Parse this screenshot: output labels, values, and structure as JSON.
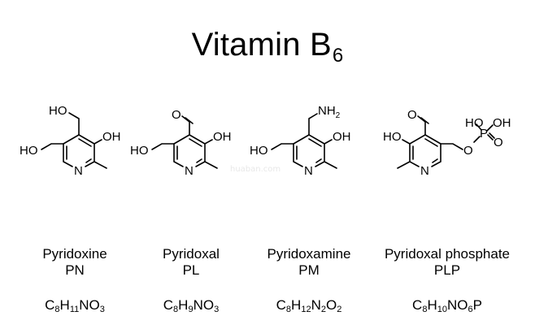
{
  "title": {
    "main": "Vitamin B",
    "subscript": "6"
  },
  "compounds": [
    {
      "name": "Pyridoxine",
      "abbr": "PN",
      "formula": [
        [
          "C",
          "8"
        ],
        [
          "H",
          "11"
        ],
        [
          "N",
          ""
        ],
        [
          "O",
          "3"
        ]
      ],
      "atoms": {
        "top": "HO",
        "left": "HO",
        "right": "OH",
        "ring_n": "N"
      }
    },
    {
      "name": "Pyridoxal",
      "abbr": "PL",
      "formula": [
        [
          "C",
          "8"
        ],
        [
          "H",
          "9"
        ],
        [
          "N",
          ""
        ],
        [
          "O",
          "3"
        ]
      ],
      "atoms": {
        "top": "O",
        "left": "HO",
        "right": "OH",
        "ring_n": "N"
      }
    },
    {
      "name": "Pyridoxamine",
      "abbr": "PM",
      "formula": [
        [
          "C",
          "8"
        ],
        [
          "H",
          "12"
        ],
        [
          "N",
          "2"
        ],
        [
          "O",
          "2"
        ]
      ],
      "atoms": {
        "top": "NH",
        "top_sub": "2",
        "left": "HO",
        "right": "OH",
        "ring_n": "N"
      }
    },
    {
      "name": "Pyridoxal phosphate",
      "abbr": "PLP",
      "formula": [
        [
          "C",
          "8"
        ],
        [
          "H",
          "10"
        ],
        [
          "N",
          ""
        ],
        [
          "O",
          "6"
        ],
        [
          "P",
          ""
        ]
      ],
      "atoms": {
        "top": "O",
        "left": "HO",
        "right_o": "O",
        "p": "P",
        "ho1": "HO",
        "oh2": "OH",
        "o_dbl": "O",
        "ring_n": "N"
      }
    }
  ]
}
